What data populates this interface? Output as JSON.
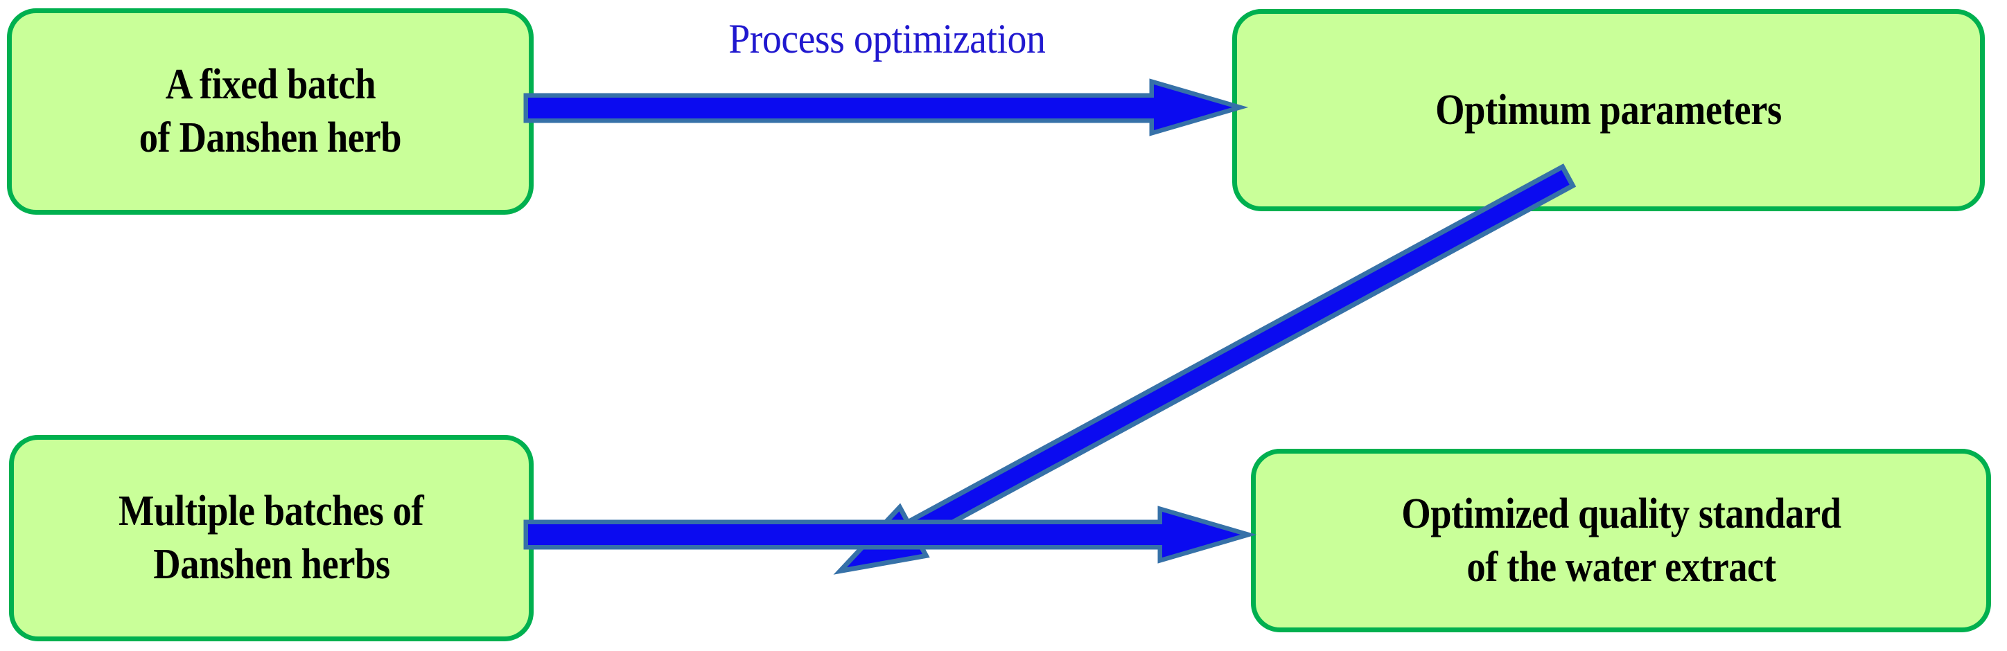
{
  "diagram": {
    "title": "Danshen water extract process optimization flow",
    "background_color": "#ffffff",
    "node_fill_color": "#c9ff99",
    "node_border_color": "#00b04f",
    "arrow_fill_color": "#0b0bf0",
    "arrow_outline_color": "#3671a8",
    "label_color": "#2018cf"
  },
  "nodes": {
    "fixed_batch": {
      "line1": "A fixed batch",
      "line2": "of Danshen herb"
    },
    "optimum_parameters": {
      "line1": "Optimum parameters"
    },
    "multiple_batches": {
      "line1": "Multiple batches of",
      "line2": "Danshen herbs"
    },
    "optimized_standard": {
      "line1": "Optimized quality standard",
      "line2": "of the water extract"
    }
  },
  "edges": {
    "process_optimization": {
      "label": "Process optimization",
      "from": "fixed_batch",
      "to": "optimum_parameters",
      "style": "horizontal-block-arrow"
    },
    "apply_parameters": {
      "label": "",
      "from": "optimum_parameters",
      "to": "multiple_batches",
      "style": "diagonal-block-arrow"
    },
    "produce_standard": {
      "label": "",
      "from": "multiple_batches",
      "to": "optimized_standard",
      "style": "horizontal-block-arrow"
    }
  }
}
